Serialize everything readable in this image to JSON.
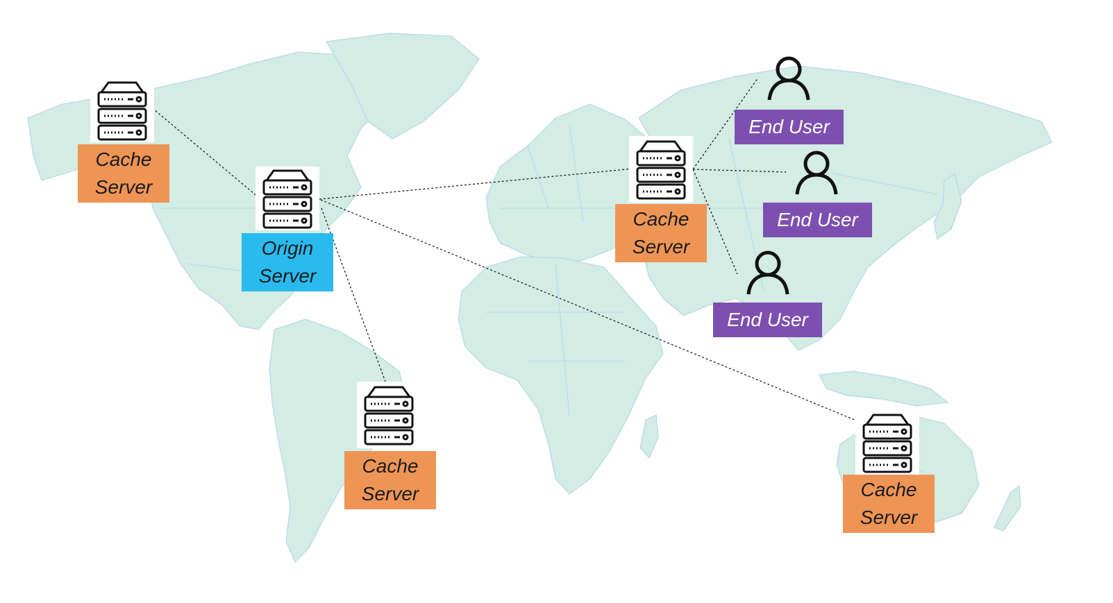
{
  "labels": {
    "cache_line1": "Cache",
    "cache_line2": "Server",
    "origin_line1": "Origin",
    "origin_line2": "Server",
    "end_user": "End User"
  },
  "icons": {
    "server": "server-rack-icon",
    "user": "user-icon"
  },
  "colors": {
    "map_land": "#d3ece4",
    "map_border": "#b6d9e6",
    "cache_server": "#ee9556",
    "origin_server": "#29bbef",
    "end_user": "#7d4fb0",
    "end_user_text": "#ffffff",
    "link": "#222222"
  }
}
